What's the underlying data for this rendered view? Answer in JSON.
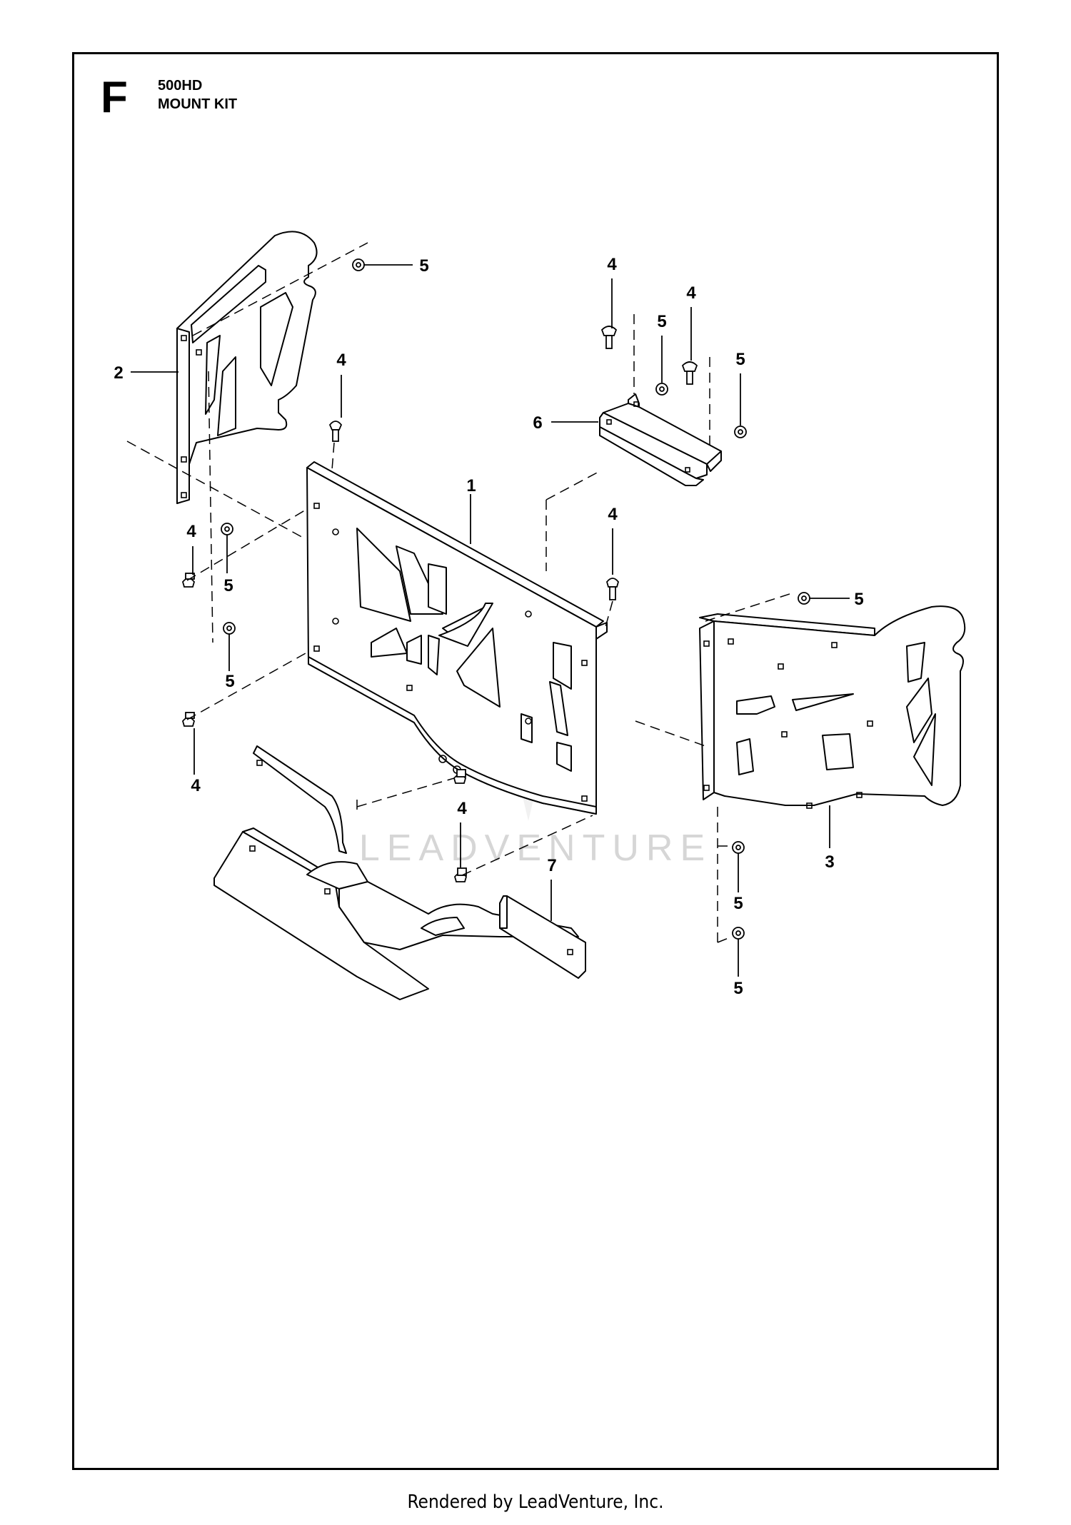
{
  "header": {
    "section_letter": "F",
    "model": "500HD",
    "title": "MOUNT KIT"
  },
  "callouts": {
    "part_1": "1",
    "part_2": "2",
    "part_3": "3",
    "part_4": "4",
    "part_5": "5",
    "part_6": "6",
    "part_7": "7"
  },
  "watermark": "LEADVENTURE",
  "footer": "Rendered by LeadVenture, Inc."
}
